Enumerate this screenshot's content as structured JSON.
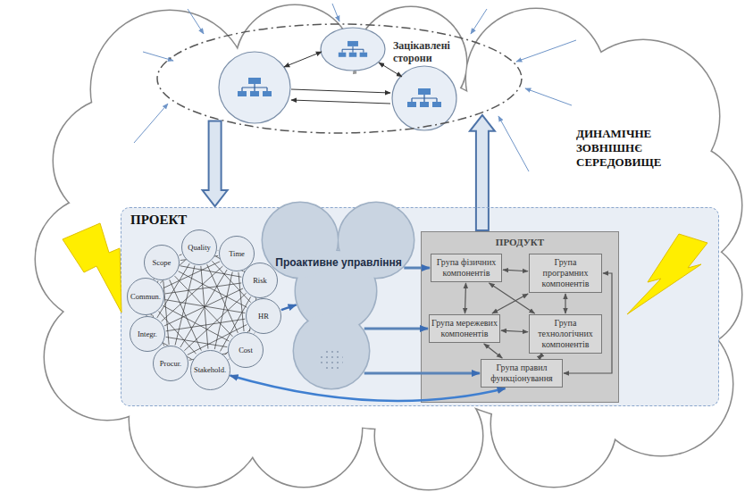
{
  "diagram": {
    "nodes": [
      {
        "text": [
          "Зацікавлені сторони"
        ]
      },
      {
        "text": [
          "ПРОЕКТ"
        ]
      },
      {
        "text": [
          "Scope"
        ],
        "in": 1
      },
      {
        "text": [
          "Quality"
        ],
        "in": 1
      },
      {
        "text": [
          "Time"
        ],
        "in": 1
      },
      {
        "text": [
          "Risk"
        ],
        "in": 1
      },
      {
        "text": [
          "HR"
        ],
        "in": 1
      },
      {
        "text": [
          "Cost"
        ],
        "in": 1
      },
      {
        "text": [
          "Stakehold."
        ],
        "in": 1
      },
      {
        "text": [
          "Procur."
        ],
        "in": 1
      },
      {
        "text": [
          "Integr."
        ],
        "in": 1
      },
      {
        "text": [
          "Commun."
        ],
        "in": 1
      },
      {
        "text": [
          "Проактивне управління"
        ],
        "in": 1
      },
      {
        "text": [
          "ПРОДУКТ"
        ],
        "in": 1
      },
      {
        "text": [
          "Група фізичних компонентів"
        ],
        "in": 13
      },
      {
        "text": [
          "Група програмних компонентів"
        ],
        "in": 13
      },
      {
        "text": [
          "Група мережевих компонентів"
        ],
        "in": 13
      },
      {
        "text": [
          "Група технологічних компонентів"
        ],
        "in": 13
      },
      {
        "text": [
          "Група правил функціонування"
        ],
        "in": 13
      }
    ],
    "edges": [
      {
        "from": 0,
        "to": 1,
        "arrow": "to"
      },
      {
        "from": 13,
        "to": 0,
        "arrow": "to"
      },
      {
        "from": 6,
        "to": 12,
        "arrow": "to"
      },
      {
        "from": 12,
        "to": 14,
        "arrow": "to"
      },
      {
        "from": 12,
        "to": 16,
        "arrow": "to"
      },
      {
        "from": 12,
        "to": 18,
        "arrow": "to"
      },
      {
        "from": 8,
        "to": 18,
        "arrow": "both"
      },
      {
        "from": 14,
        "to": 15,
        "arrow": "both"
      },
      {
        "from": 14,
        "to": 16,
        "arrow": "both"
      },
      {
        "from": 15,
        "to": 17,
        "arrow": "both"
      },
      {
        "from": 16,
        "to": 17,
        "arrow": "both"
      },
      {
        "from": 14,
        "to": 17,
        "arrow": "both"
      },
      {
        "from": 15,
        "to": 16,
        "arrow": "both"
      },
      {
        "from": 16,
        "to": 18,
        "arrow": "both"
      },
      {
        "from": 17,
        "to": 18,
        "arrow": "both"
      },
      {
        "from": 15,
        "to": 18,
        "arrow": "both"
      },
      {
        "from": 2,
        "to": 3,
        "arrow": "none"
      },
      {
        "from": 2,
        "to": 4,
        "arrow": "none"
      },
      {
        "from": 2,
        "to": 5,
        "arrow": "none"
      },
      {
        "from": 2,
        "to": 6,
        "arrow": "none"
      },
      {
        "from": 2,
        "to": 7,
        "arrow": "none"
      },
      {
        "from": 2,
        "to": 8,
        "arrow": "none"
      },
      {
        "from": 2,
        "to": 9,
        "arrow": "none"
      },
      {
        "from": 2,
        "to": 10,
        "arrow": "none"
      },
      {
        "from": 2,
        "to": 11,
        "arrow": "none"
      },
      {
        "from": 3,
        "to": 4,
        "arrow": "none"
      },
      {
        "from": 3,
        "to": 5,
        "arrow": "none"
      },
      {
        "from": 3,
        "to": 6,
        "arrow": "none"
      },
      {
        "from": 3,
        "to": 7,
        "arrow": "none"
      },
      {
        "from": 3,
        "to": 8,
        "arrow": "none"
      },
      {
        "from": 3,
        "to": 9,
        "arrow": "none"
      },
      {
        "from": 3,
        "to": 10,
        "arrow": "none"
      },
      {
        "from": 3,
        "to": 11,
        "arrow": "none"
      },
      {
        "from": 4,
        "to": 5,
        "arrow": "none"
      },
      {
        "from": 4,
        "to": 6,
        "arrow": "none"
      },
      {
        "from": 4,
        "to": 7,
        "arrow": "none"
      },
      {
        "from": 4,
        "to": 8,
        "arrow": "none"
      },
      {
        "from": 4,
        "to": 9,
        "arrow": "none"
      },
      {
        "from": 4,
        "to": 10,
        "arrow": "none"
      },
      {
        "from": 4,
        "to": 11,
        "arrow": "none"
      },
      {
        "from": 5,
        "to": 6,
        "arrow": "none"
      },
      {
        "from": 5,
        "to": 7,
        "arrow": "none"
      },
      {
        "from": 5,
        "to": 8,
        "arrow": "none"
      },
      {
        "from": 5,
        "to": 9,
        "arrow": "none"
      },
      {
        "from": 5,
        "to": 10,
        "arrow": "none"
      },
      {
        "from": 5,
        "to": 11,
        "arrow": "none"
      },
      {
        "from": 6,
        "to": 7,
        "arrow": "none"
      },
      {
        "from": 6,
        "to": 8,
        "arrow": "none"
      },
      {
        "from": 6,
        "to": 9,
        "arrow": "none"
      },
      {
        "from": 6,
        "to": 10,
        "arrow": "none"
      },
      {
        "from": 6,
        "to": 11,
        "arrow": "none"
      },
      {
        "from": 7,
        "to": 8,
        "arrow": "none"
      },
      {
        "from": 7,
        "to": 9,
        "arrow": "none"
      },
      {
        "from": 7,
        "to": 10,
        "arrow": "none"
      },
      {
        "from": 7,
        "to": 11,
        "arrow": "none"
      },
      {
        "from": 8,
        "to": 9,
        "arrow": "none"
      },
      {
        "from": 8,
        "to": 10,
        "arrow": "none"
      },
      {
        "from": 8,
        "to": 11,
        "arrow": "none"
      },
      {
        "from": 9,
        "to": 10,
        "arrow": "none"
      },
      {
        "from": 9,
        "to": 11,
        "arrow": "none"
      },
      {
        "from": 10,
        "to": 11,
        "arrow": "none"
      }
    ],
    "labels": [
      "ДИНАМІЧНЕ ЗОВНІШНЄ СЕРЕДОВИЩЕ"
    ]
  }
}
